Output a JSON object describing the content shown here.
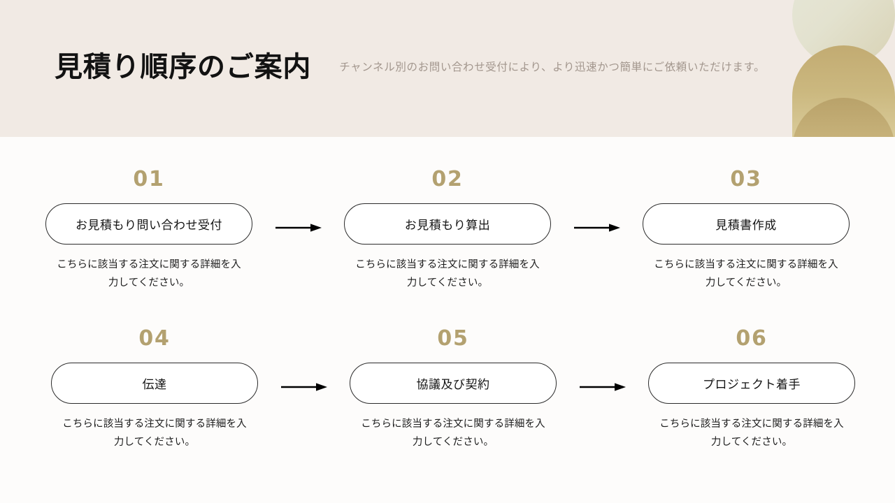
{
  "header": {
    "title": "見積り順序のご案内",
    "subtitle": "チャンネル別のお問い合わせ受付により、より迅速かつ簡単にご依頼いただけます。",
    "band_color": "#f1eae4",
    "title_color": "#121212",
    "subtitle_color": "#a2968d",
    "decorations": [
      {
        "name": "sage-circle",
        "color": "#e3e2cf"
      },
      {
        "name": "gold-dome-upper",
        "color": "#cbb87f"
      },
      {
        "name": "gold-dome-lower",
        "color": "#c7b27a"
      }
    ]
  },
  "theme": {
    "page_background": "#fdfcfb",
    "number_color": "#b3a170",
    "pill_border_color": "#2b2b2b",
    "pill_fill": "#ffffff",
    "text_color": "#141414",
    "arrow_color": "#000000"
  },
  "connector": {
    "icon": "arrow-right-icon",
    "label": "→"
  },
  "steps": [
    {
      "number": "01",
      "title": "お見積もり問い合わせ受付",
      "description": "こちらに該当する注文に関する詳細を入力してください。"
    },
    {
      "number": "02",
      "title": "お見積もり算出",
      "description": "こちらに該当する注文に関する詳細を入力してください。"
    },
    {
      "number": "03",
      "title": "見積書作成",
      "description": "こちらに該当する注文に関する詳細を入力してください。"
    },
    {
      "number": "04",
      "title": "伝達",
      "description": "こちらに該当する注文に関する詳細を入力してください。"
    },
    {
      "number": "05",
      "title": "協議及び契約",
      "description": "こちらに該当する注文に関する詳細を入力してください。"
    },
    {
      "number": "06",
      "title": "プロジェクト着手",
      "description": "こちらに該当する注文に関する詳細を入力してください。"
    }
  ]
}
